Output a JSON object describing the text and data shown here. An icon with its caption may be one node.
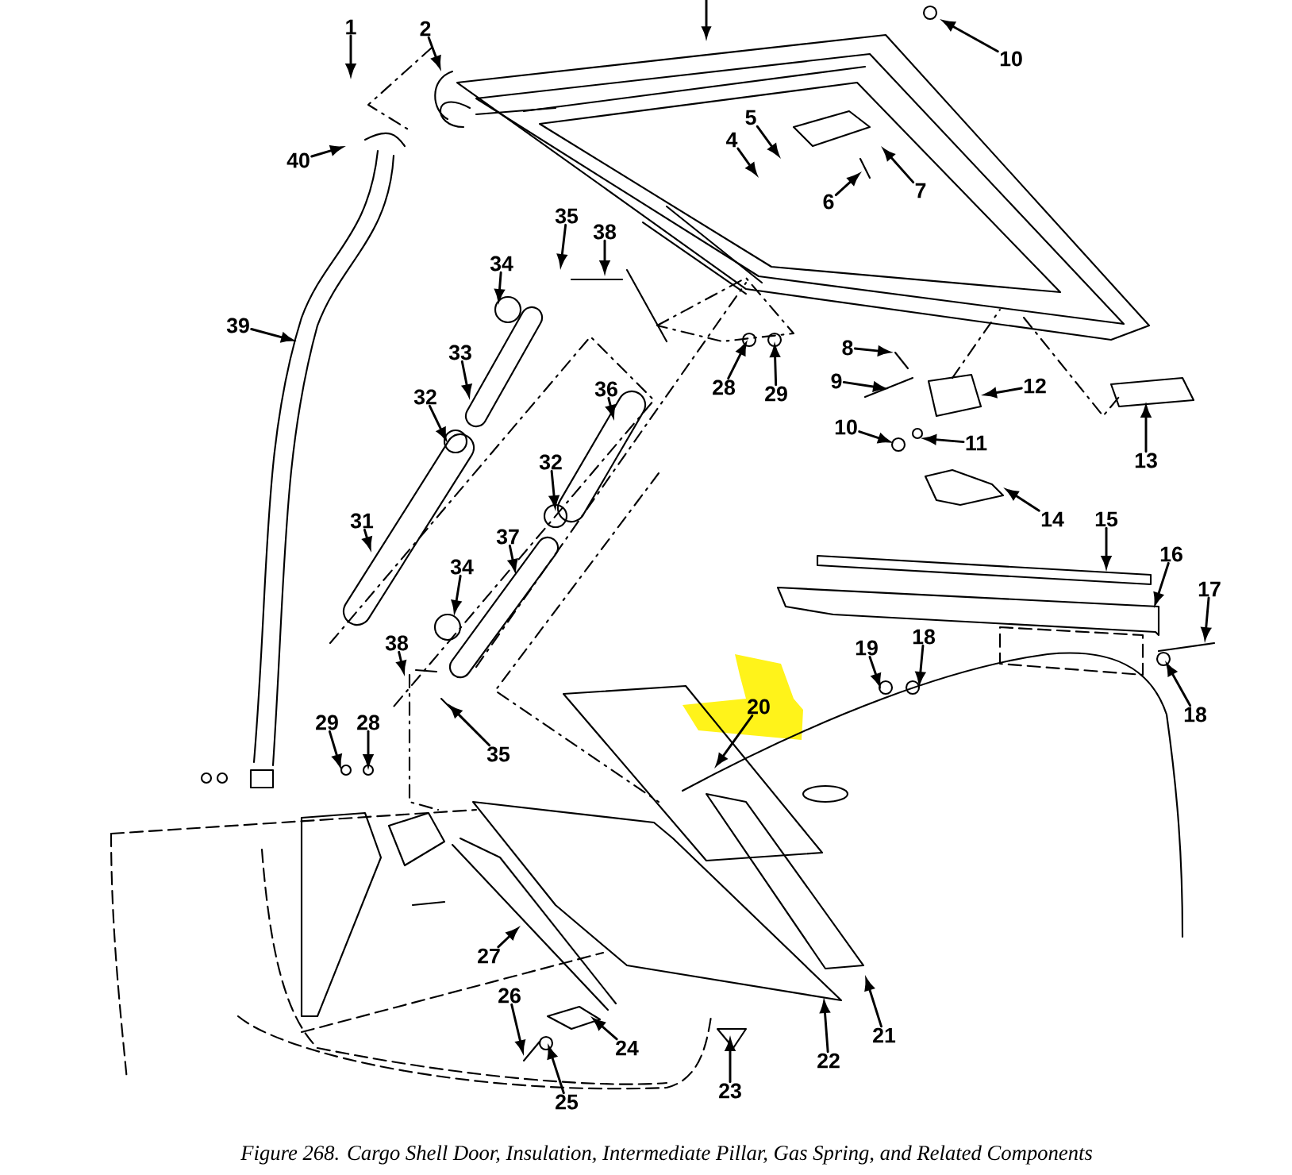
{
  "diagram": {
    "caption": "Figure 268. Cargo Shell Door, Insulation, Intermediate Pillar, Gas Spring, and Related Components",
    "nodes": [
      {
        "text": [
          "1"
        ]
      },
      {
        "text": [
          "2"
        ]
      },
      {
        "text": [
          "10"
        ]
      },
      {
        "text": [
          "5"
        ]
      },
      {
        "text": [
          "4"
        ]
      },
      {
        "text": [
          "7"
        ]
      },
      {
        "text": [
          "6"
        ]
      },
      {
        "text": [
          "40"
        ]
      },
      {
        "text": [
          "35"
        ]
      },
      {
        "text": [
          "38"
        ]
      },
      {
        "text": [
          "34"
        ]
      },
      {
        "text": [
          "39"
        ]
      },
      {
        "text": [
          "33"
        ]
      },
      {
        "text": [
          "28"
        ]
      },
      {
        "text": [
          "29"
        ]
      },
      {
        "text": [
          "8"
        ]
      },
      {
        "text": [
          "9"
        ]
      },
      {
        "text": [
          "12"
        ]
      },
      {
        "text": [
          "36"
        ]
      },
      {
        "text": [
          "32"
        ]
      },
      {
        "text": [
          "10"
        ]
      },
      {
        "text": [
          "11"
        ]
      },
      {
        "text": [
          "13"
        ]
      },
      {
        "text": [
          "32"
        ]
      },
      {
        "text": [
          "14"
        ]
      },
      {
        "text": [
          "15"
        ]
      },
      {
        "text": [
          "31"
        ]
      },
      {
        "text": [
          "16"
        ]
      },
      {
        "text": [
          "37"
        ]
      },
      {
        "text": [
          "17"
        ]
      },
      {
        "text": [
          "34"
        ]
      },
      {
        "text": [
          "38"
        ]
      },
      {
        "text": [
          "19"
        ]
      },
      {
        "text": [
          "18"
        ]
      },
      {
        "text": [
          "18"
        ]
      },
      {
        "text": [
          "20"
        ]
      },
      {
        "text": [
          "35"
        ]
      },
      {
        "text": [
          "29"
        ]
      },
      {
        "text": [
          "28"
        ]
      },
      {
        "text": [
          "27"
        ]
      },
      {
        "text": [
          "21"
        ]
      },
      {
        "text": [
          "26"
        ]
      },
      {
        "text": [
          "24"
        ]
      },
      {
        "text": [
          "22"
        ]
      },
      {
        "text": [
          "25"
        ]
      },
      {
        "text": [
          "23"
        ]
      }
    ],
    "edges": [
      {
        "from": 0,
        "to": null,
        "arrow": "to"
      },
      {
        "from": 1,
        "to": null,
        "arrow": "to"
      },
      {
        "from": 2,
        "to": null,
        "arrow": "to"
      },
      {
        "from": 3,
        "to": null,
        "arrow": "to"
      },
      {
        "from": 4,
        "to": null,
        "arrow": "to"
      },
      {
        "from": 5,
        "to": null,
        "arrow": "to"
      },
      {
        "from": 6,
        "to": null,
        "arrow": "to"
      },
      {
        "from": 7,
        "to": null,
        "arrow": "to"
      },
      {
        "from": 8,
        "to": null,
        "arrow": "to"
      },
      {
        "from": 9,
        "to": null,
        "arrow": "to"
      },
      {
        "from": 10,
        "to": null,
        "arrow": "to"
      },
      {
        "from": 11,
        "to": null,
        "arrow": "to"
      },
      {
        "from": 12,
        "to": null,
        "arrow": "to"
      },
      {
        "from": 13,
        "to": null,
        "arrow": "to"
      },
      {
        "from": 14,
        "to": null,
        "arrow": "to"
      },
      {
        "from": 15,
        "to": null,
        "arrow": "to"
      },
      {
        "from": 16,
        "to": null,
        "arrow": "to"
      },
      {
        "from": 17,
        "to": null,
        "arrow": "to"
      },
      {
        "from": 18,
        "to": null,
        "arrow": "to"
      },
      {
        "from": 19,
        "to": null,
        "arrow": "to"
      },
      {
        "from": 20,
        "to": null,
        "arrow": "to"
      },
      {
        "from": 21,
        "to": null,
        "arrow": "to"
      },
      {
        "from": 22,
        "to": null,
        "arrow": "to"
      },
      {
        "from": 23,
        "to": null,
        "arrow": "to"
      },
      {
        "from": 24,
        "to": null,
        "arrow": "to"
      },
      {
        "from": 25,
        "to": null,
        "arrow": "to"
      },
      {
        "from": 26,
        "to": null,
        "arrow": "to"
      },
      {
        "from": 27,
        "to": null,
        "arrow": "to"
      },
      {
        "from": 28,
        "to": null,
        "arrow": "to"
      },
      {
        "from": 29,
        "to": null,
        "arrow": "to"
      },
      {
        "from": 30,
        "to": null,
        "arrow": "to"
      },
      {
        "from": 31,
        "to": null,
        "arrow": "to"
      },
      {
        "from": 32,
        "to": null,
        "arrow": "to"
      },
      {
        "from": 33,
        "to": null,
        "arrow": "to"
      },
      {
        "from": 34,
        "to": null,
        "arrow": "to"
      },
      {
        "from": 35,
        "to": null,
        "arrow": "to"
      },
      {
        "from": 36,
        "to": null,
        "arrow": "to"
      },
      {
        "from": 37,
        "to": null,
        "arrow": "to"
      },
      {
        "from": 38,
        "to": null,
        "arrow": "to"
      },
      {
        "from": 39,
        "to": null,
        "arrow": "to"
      },
      {
        "from": 40,
        "to": null,
        "arrow": "to"
      },
      {
        "from": 41,
        "to": null,
        "arrow": "to"
      },
      {
        "from": 42,
        "to": null,
        "arrow": "to"
      },
      {
        "from": 43,
        "to": null,
        "arrow": "to"
      },
      {
        "from": 44,
        "to": null,
        "arrow": "to"
      },
      {
        "from": 45,
        "to": null,
        "arrow": "to"
      }
    ]
  }
}
